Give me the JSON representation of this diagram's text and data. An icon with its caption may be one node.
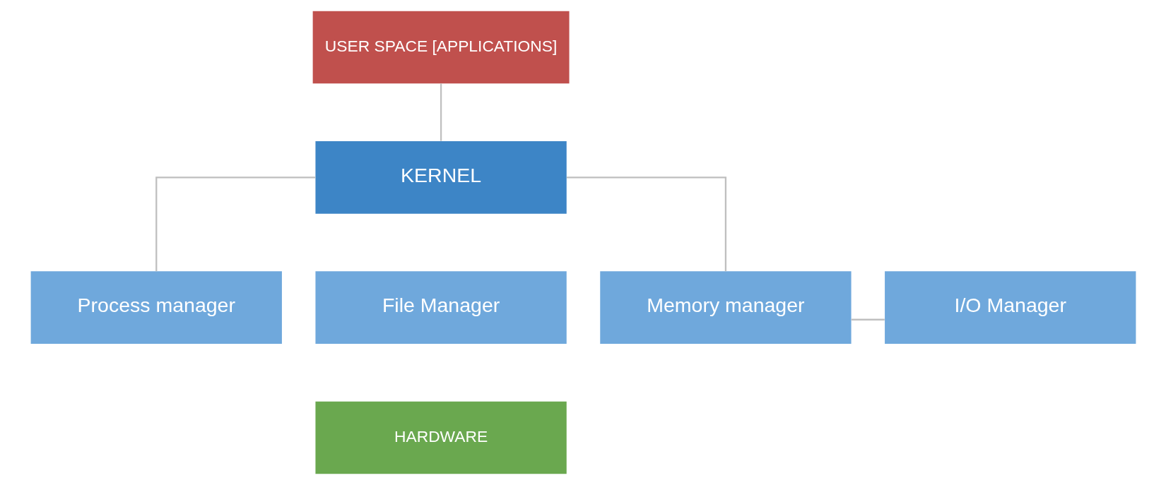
{
  "diagram": {
    "nodes": [
      {
        "text": [
          "USER SPACE [APPLICATIONS]"
        ]
      },
      {
        "text": [
          "KERNEL"
        ]
      },
      {
        "text": [
          "Process manager"
        ]
      },
      {
        "text": [
          "File Manager"
        ]
      },
      {
        "text": [
          "Memory manager"
        ]
      },
      {
        "text": [
          "I/O Manager"
        ]
      },
      {
        "text": [
          "HARDWARE"
        ]
      }
    ],
    "edges": [
      {
        "from": 0,
        "to": 1,
        "arrow": "none"
      },
      {
        "from": 1,
        "to": 2,
        "arrow": "none"
      },
      {
        "from": 1,
        "to": 4,
        "arrow": "none"
      },
      {
        "from": 4,
        "to": 5,
        "arrow": "none"
      }
    ]
  }
}
